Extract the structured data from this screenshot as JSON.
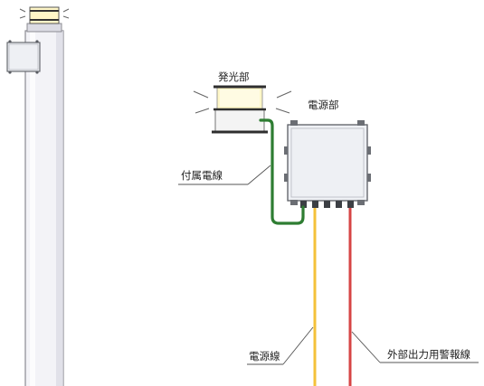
{
  "labels": {
    "light_unit": "発光部",
    "power_unit": "電源部",
    "supplied_cable": "付属電線",
    "power_cable": "電源線",
    "external_alarm_cable": "外部出力用警報線"
  },
  "colors": {
    "background": "#ffffff",
    "pole_face": "#f3f3f7",
    "pole_edge": "#8b8b92",
    "box_face": "#eef0f4",
    "box_edge": "#5a5d63",
    "lamp_glow": "#fff7c8",
    "green_cable": "#2e7d32",
    "yellow_cable": "#f4c13a",
    "red_cable": "#d64545",
    "text": "#222222"
  }
}
